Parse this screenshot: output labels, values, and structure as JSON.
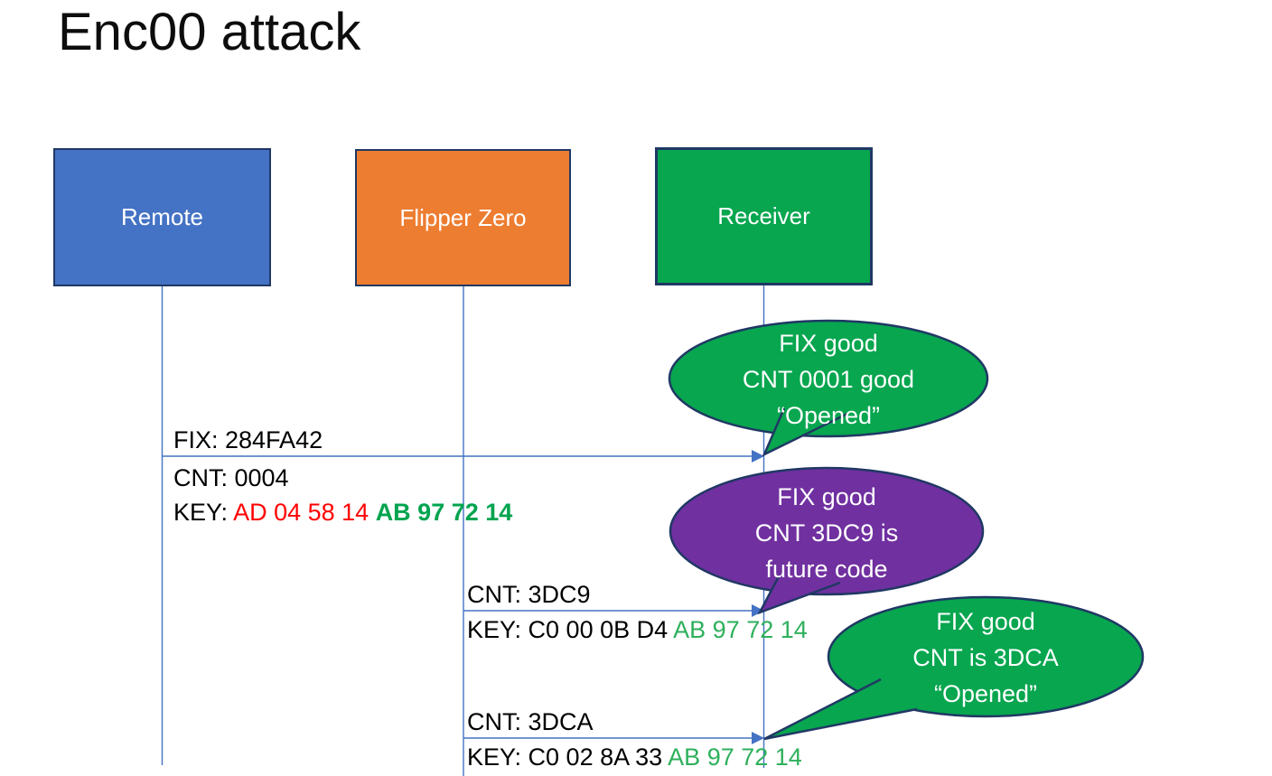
{
  "slide": {
    "title": "Enc00 attack"
  },
  "actors": {
    "remote": {
      "label": "Remote",
      "color": "#4472C4"
    },
    "flipper": {
      "label": "Flipper Zero",
      "color": "#ED7D31"
    },
    "receiver": {
      "label": "Receiver",
      "color": "#07A64F"
    }
  },
  "messages": {
    "m1": {
      "fix": "FIX: 284FA42",
      "cnt": "CNT: 0004",
      "key_label": "KEY: ",
      "key_red": "AD 04 58 14 ",
      "key_green": "AB 97 72 14"
    },
    "m2": {
      "cnt": "CNT: 3DC9",
      "key_black": "KEY: C0 00 0B D4 ",
      "key_green": "AB 97 72 14"
    },
    "m3": {
      "cnt": "CNT: 3DCA",
      "key_black": "KEY: C0 02 8A 33 ",
      "key_green": "AB 97 72 14"
    }
  },
  "callouts": {
    "c1": {
      "line1": "FIX good",
      "line2": "CNT 0001 good",
      "line3": "“Opened”"
    },
    "c2": {
      "line1": "FIX good",
      "line2": "CNT 3DC9 is",
      "line3": "future code"
    },
    "c3": {
      "line1": "FIX good",
      "line2": "CNT is 3DCA",
      "line3": "“Opened”"
    }
  },
  "colors": {
    "actor_border": "#1F3864",
    "bubble_border": "#203864",
    "connector_blue": "#4472C4",
    "key_red": "#FF0000",
    "key_green_bold": "#00A44F",
    "key_green": "#2EB05C",
    "bubble_green": "#07A64F",
    "bubble_purple": "#7030A0"
  }
}
